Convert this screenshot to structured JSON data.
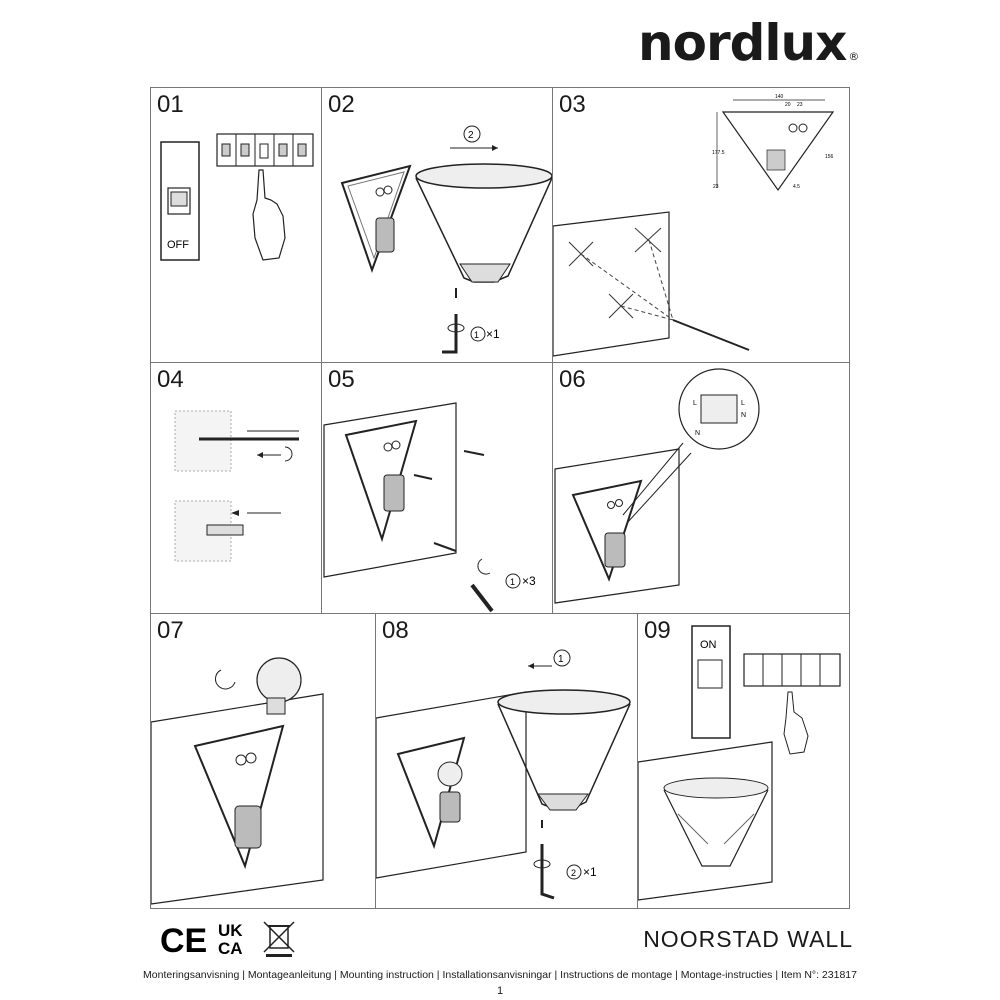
{
  "brand": {
    "name": "nordlux",
    "registered_mark": "®"
  },
  "steps": [
    {
      "number": "01",
      "switch_label": "OFF"
    },
    {
      "number": "02",
      "circle_label": "2",
      "count_label": "×1",
      "count_circle": "1"
    },
    {
      "number": "03",
      "dimensions": [
        "140",
        "20",
        "23",
        "177.5",
        "156",
        "23",
        "4.5"
      ]
    },
    {
      "number": "04"
    },
    {
      "number": "05",
      "count_label": "×3",
      "count_circle": "1"
    },
    {
      "number": "06",
      "wire_labels": [
        "L",
        "N",
        "L",
        "N"
      ]
    },
    {
      "number": "07"
    },
    {
      "number": "08",
      "circle_label": "1",
      "count_label": "×1",
      "count_circle": "2"
    },
    {
      "number": "09",
      "switch_label": "ON"
    }
  ],
  "certifications": [
    "CE",
    "UK CA",
    "WEEE-bin-icon"
  ],
  "product_name": "NOORSTAD WALL",
  "footer": {
    "text": "Monteringsanvisning | Montageanleitung | Mounting instruction | Installationsanvisningar | Instructions de montage | Montage-instructies | Item N°: 231817"
  },
  "page_number": "1"
}
